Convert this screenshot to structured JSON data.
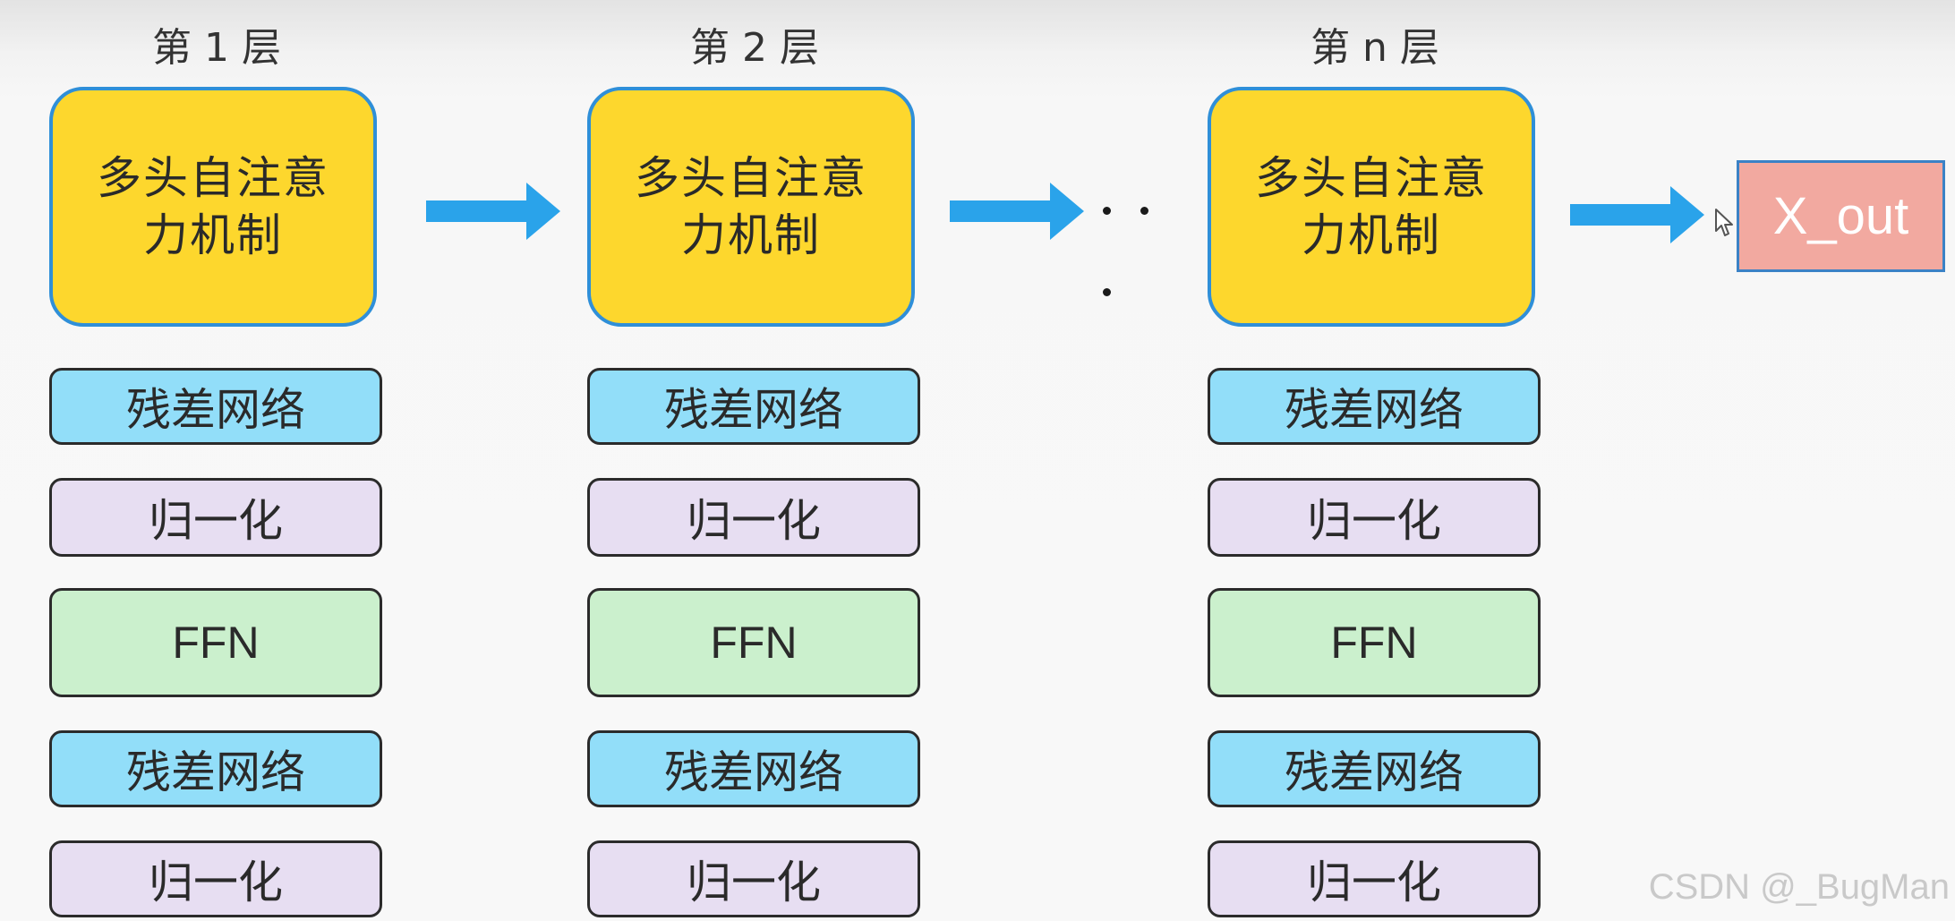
{
  "layers": [
    {
      "title": "第 1 层",
      "attention": "多头自注意力机制",
      "residual_1": "残差网络",
      "norm_1": "归一化",
      "ffn": "FFN",
      "residual_2": "残差网络",
      "norm_2": "归一化"
    },
    {
      "title": "第 2 层",
      "attention": "多头自注意力机制",
      "residual_1": "残差网络",
      "norm_1": "归一化",
      "ffn": "FFN",
      "residual_2": "残差网络",
      "norm_2": "归一化"
    },
    {
      "title": "第 n 层",
      "attention": "多头自注意力机制",
      "residual_1": "残差网络",
      "norm_1": "归一化",
      "ffn": "FFN",
      "residual_2": "残差网络",
      "norm_2": "归一化"
    }
  ],
  "output": {
    "label": "X_out"
  },
  "watermark": "CSDN @_BugMan",
  "colors": {
    "attention_fill": "#fdd72d",
    "attention_border": "#2f8fd8",
    "residual_fill": "#92def9",
    "norm_fill": "#e7def2",
    "ffn_fill": "#cbf0cd",
    "output_fill": "#f2a9a0",
    "arrow": "#2aa3ea"
  }
}
